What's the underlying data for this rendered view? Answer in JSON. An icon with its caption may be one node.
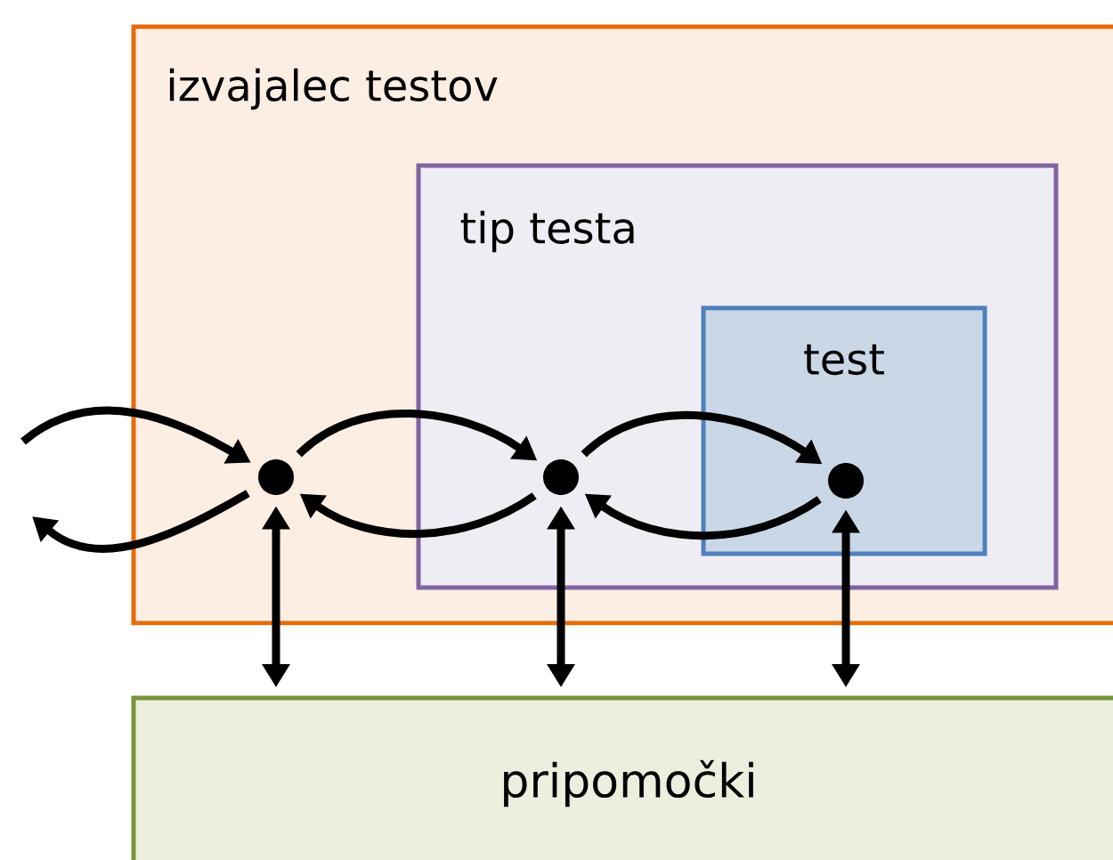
{
  "diagram": {
    "nodes": [
      {
        "text": [
          "izvajalec testov"
        ]
      },
      {
        "text": [
          "tip testa"
        ],
        "in": 0
      },
      {
        "text": [
          "test"
        ],
        "in": 1
      },
      {
        "text": [
          "pripomočki"
        ]
      },
      {
        "text": [],
        "shape": "circle",
        "in": 0
      },
      {
        "text": [],
        "shape": "circle",
        "in": 1
      },
      {
        "text": [],
        "shape": "circle",
        "in": 2
      }
    ],
    "edges": [
      {
        "from": null,
        "to": 4,
        "arrow": "to"
      },
      {
        "from": 4,
        "to": null,
        "arrow": "to"
      },
      {
        "from": 4,
        "to": 5,
        "arrow": "to"
      },
      {
        "from": 5,
        "to": 4,
        "arrow": "to"
      },
      {
        "from": 5,
        "to": 6,
        "arrow": "to"
      },
      {
        "from": 6,
        "to": 5,
        "arrow": "to"
      },
      {
        "from": 4,
        "to": 3,
        "arrow": "both"
      },
      {
        "from": 5,
        "to": 3,
        "arrow": "both"
      },
      {
        "from": 6,
        "to": 3,
        "arrow": "both"
      }
    ]
  }
}
